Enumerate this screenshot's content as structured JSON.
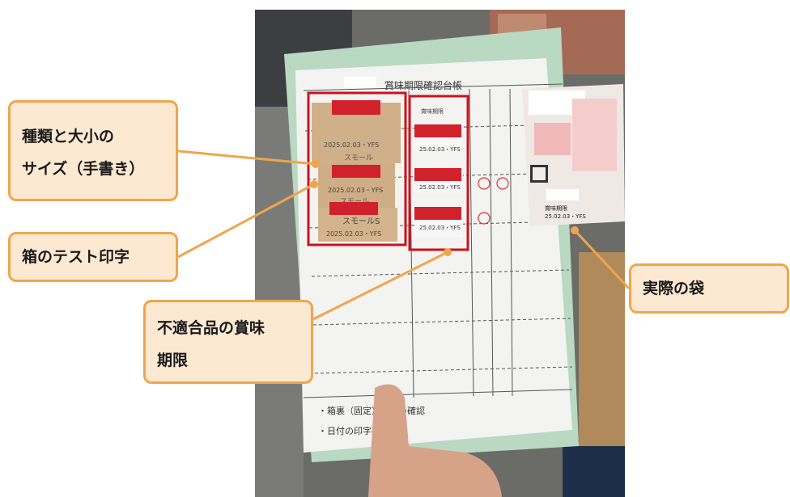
{
  "callouts": {
    "type_size": {
      "line1": "種類と大小の",
      "line2": "サイズ（手書き）"
    },
    "box_print": {
      "text": "箱のテスト印字"
    },
    "nonconforming": {
      "line1": "不適合品の賞味",
      "line2": "期限"
    },
    "actual_bag": {
      "text": "実際の袋"
    }
  },
  "sheet": {
    "title": "賞味期限確認台帳",
    "header_col": "賞味期限",
    "mid_date1": "25.02.03・YFS",
    "mid_date2": "25.02.03・YFS",
    "mid_date3": "25.02.03・YFS",
    "card_date1": "2025.02.03・YFS",
    "card_date2": "2025.02.03・YFS",
    "card_date3": "2025.02.03・YFS",
    "card_hand1": "スモール",
    "card_hand2": "スモール",
    "card_hand3": "スモールS",
    "footer1": "・箱裏（固定）有無の確認",
    "footer2": "・日付の印字確認"
  },
  "bag": {
    "label": "賞味期限",
    "date": "25.02.03・YFS"
  },
  "colors": {
    "accent": "#f0a54c",
    "callout_bg": "#fde9d2",
    "highlight": "#c8141e"
  }
}
